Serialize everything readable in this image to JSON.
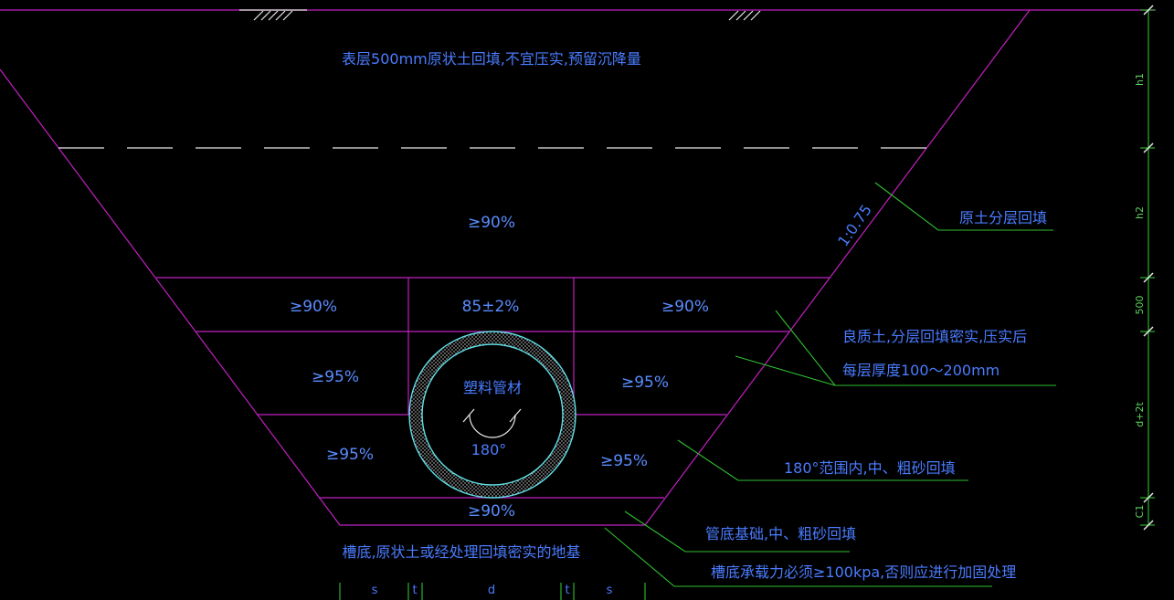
{
  "surface_note": "表层500mm原状土回填,不宜压实,预留沉降量",
  "slope": "1:0.75",
  "zones": {
    "upper": "≥90%",
    "top_left": "≥90%",
    "top_center": "85±2%",
    "top_right": "≥90%",
    "mid_left": "≥95%",
    "mid_right": "≥95%",
    "low_left": "≥95%",
    "low_right": "≥95%",
    "bedding": "≥90%"
  },
  "pipe": {
    "label": "塑料管材",
    "angle": "180°"
  },
  "trench_bottom_note": "槽底,原状土或经处理回填密实的地基",
  "callouts": {
    "original_soil": "原土分层回填",
    "quality_soil_1": "良质土,分层回填密实,压实后",
    "quality_soil_2": "每层厚度100～200mm",
    "sand_180": "180°范围内,中、粗砂回填",
    "pipe_base": "管底基础,中、粗砂回填",
    "bearing": "槽底承载力必须≥100kpa,否则应进行加固处理"
  },
  "dimensions_right": [
    "h1",
    "h2",
    "500",
    "d+2t",
    "C1"
  ],
  "dimensions_bottom": [
    "s",
    "t",
    "d",
    "t",
    "s"
  ],
  "colors": {
    "outline": "#c020c0",
    "leader": "#30c030",
    "text": "#4a7cff",
    "pipe": "#60e0e8"
  }
}
